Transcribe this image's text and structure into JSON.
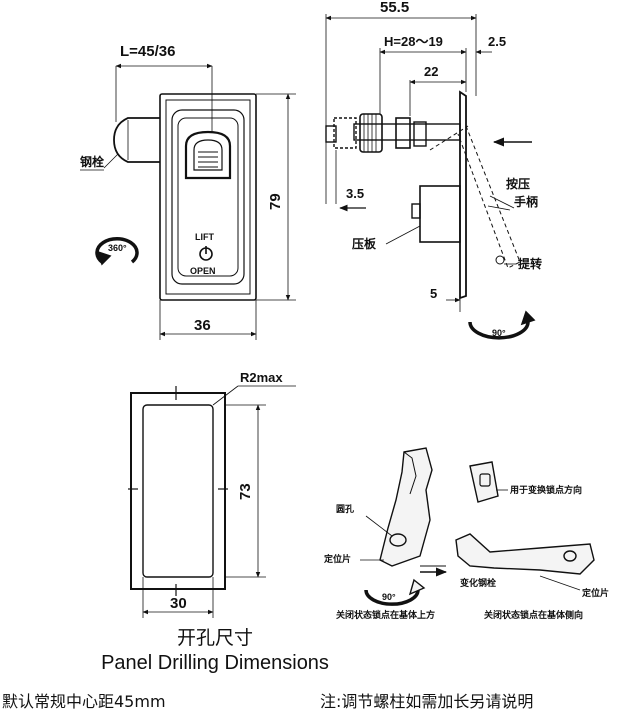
{
  "front_view": {
    "dim_length": "L=45/36",
    "dim_height": "79",
    "dim_width": "36",
    "label_steel_bolt": "钢栓",
    "stamp_lift": "LIFT",
    "stamp_open": "OPEN",
    "rotation_badge": "360°"
  },
  "side_view": {
    "dim_total": "55.5",
    "dim_h": "H=28～19",
    "dim_gap": "2.5",
    "dim_22": "22",
    "dim_35": "3.5",
    "dim_5": "5",
    "label_press": "按压",
    "label_handle": "手柄",
    "label_plate": "压板",
    "label_lift": "提转",
    "rotation_badge": "90°"
  },
  "cutout": {
    "dim_radius": "R2max",
    "dim_height": "73",
    "dim_width": "30",
    "caption_cn": "开孔尺寸",
    "caption_en": "Panel Drilling Dimensions"
  },
  "detail": {
    "label_round_hole": "圆孔",
    "label_positioning_piece": "定位片",
    "label_rotation": "90°",
    "label_change_lock_direction": "用于变换锁点方向",
    "label_change_pin": "变化钢栓",
    "label_positioning_piece_2": "定位片",
    "label_closed_top": "关闭状态锁点在基体上方",
    "label_closed_side": "关闭状态锁点在基体侧向"
  },
  "notes": {
    "left": "默认常规中心距45mm",
    "right": "注:调节螺柱如需加长另请说明"
  }
}
